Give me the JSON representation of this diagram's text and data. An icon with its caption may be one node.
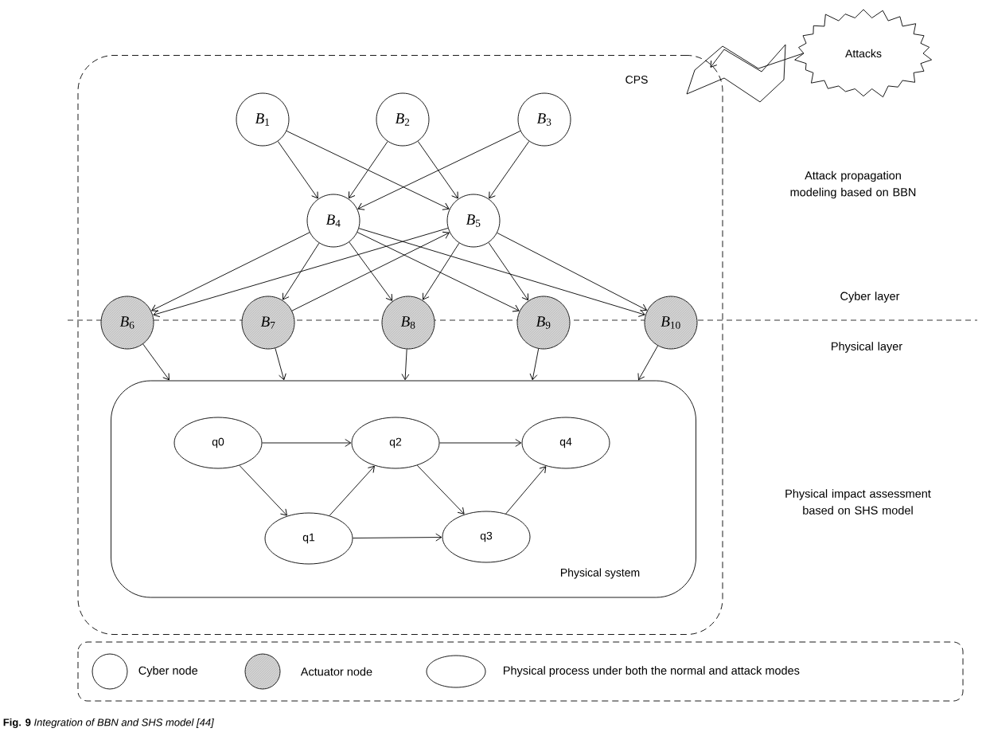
{
  "diagram": {
    "caption": "**Fig. 9** *Integration of BBN and SHS model [44]*",
    "nodes": [
      {
        "text": [
          "CPS"
        ]
      },
      {
        "text": [
          "Attacks"
        ]
      },
      {
        "text": [
          "*B*$_{1}$"
        ],
        "in": 0
      },
      {
        "text": [
          "*B*$_{2}$"
        ],
        "in": 0
      },
      {
        "text": [
          "*B*$_{3}$"
        ],
        "in": 0
      },
      {
        "text": [
          "*B*$_{4}$"
        ],
        "in": 0
      },
      {
        "text": [
          "*B*$_{5}$"
        ],
        "in": 0
      },
      {
        "text": [
          "*B*$_{6}$"
        ],
        "in": 0
      },
      {
        "text": [
          "*B*$_{7}$"
        ],
        "in": 0
      },
      {
        "text": [
          "*B*$_{8}$"
        ],
        "in": 0
      },
      {
        "text": [
          "*B*$_{9}$"
        ],
        "in": 0
      },
      {
        "text": [
          "*B*$_{10}$"
        ],
        "in": 0
      },
      {
        "text": [
          "Physical system"
        ],
        "in": 0
      },
      {
        "text": [
          "q0"
        ],
        "in": 12
      },
      {
        "text": [
          "q2"
        ],
        "in": 12
      },
      {
        "text": [
          "q4"
        ],
        "in": 12
      },
      {
        "text": [
          "q1"
        ],
        "in": 12
      },
      {
        "text": [
          "q3"
        ],
        "in": 12
      }
    ],
    "edges": [
      {
        "from": 1,
        "to": 0,
        "arrow": "to"
      },
      {
        "from": 2,
        "to": 5,
        "arrow": "to"
      },
      {
        "from": 2,
        "to": 6,
        "arrow": "to"
      },
      {
        "from": 3,
        "to": 5,
        "arrow": "to"
      },
      {
        "from": 3,
        "to": 6,
        "arrow": "to"
      },
      {
        "from": 4,
        "to": 5,
        "arrow": "to"
      },
      {
        "from": 4,
        "to": 6,
        "arrow": "to"
      },
      {
        "from": 5,
        "to": 7,
        "arrow": "to"
      },
      {
        "from": 5,
        "to": 8,
        "arrow": "to"
      },
      {
        "from": 5,
        "to": 9,
        "arrow": "to"
      },
      {
        "from": 5,
        "to": 10,
        "arrow": "to"
      },
      {
        "from": 5,
        "to": 11,
        "arrow": "to"
      },
      {
        "from": 6,
        "to": 7,
        "arrow": "to"
      },
      {
        "from": 8,
        "to": 6,
        "arrow": "to"
      },
      {
        "from": 6,
        "to": 9,
        "arrow": "to"
      },
      {
        "from": 6,
        "to": 10,
        "arrow": "to"
      },
      {
        "from": 6,
        "to": 11,
        "arrow": "to"
      },
      {
        "from": 7,
        "to": 12,
        "arrow": "to"
      },
      {
        "from": 8,
        "to": 12,
        "arrow": "to"
      },
      {
        "from": 9,
        "to": 12,
        "arrow": "to"
      },
      {
        "from": 10,
        "to": 12,
        "arrow": "to"
      },
      {
        "from": 11,
        "to": 12,
        "arrow": "to"
      },
      {
        "from": 13,
        "to": 14,
        "arrow": "to"
      },
      {
        "from": 13,
        "to": 16,
        "arrow": "to"
      },
      {
        "from": 16,
        "to": 14,
        "arrow": "to"
      },
      {
        "from": 16,
        "to": 17,
        "arrow": "to"
      },
      {
        "from": 14,
        "to": 15,
        "arrow": "to"
      },
      {
        "from": 14,
        "to": 17,
        "arrow": "to"
      },
      {
        "from": 17,
        "to": 15,
        "arrow": "to"
      }
    ],
    "labels": [
      "Attack propagation modeling based on  BBN",
      "Cyber layer",
      "Physical layer",
      "Physical impact assessment based on SHS model"
    ],
    "legend": [
      {
        "text": "Cyber node"
      },
      {
        "text": "Actuator node"
      },
      {
        "text": "Physical process under both the normal  and attack modes"
      }
    ]
  }
}
